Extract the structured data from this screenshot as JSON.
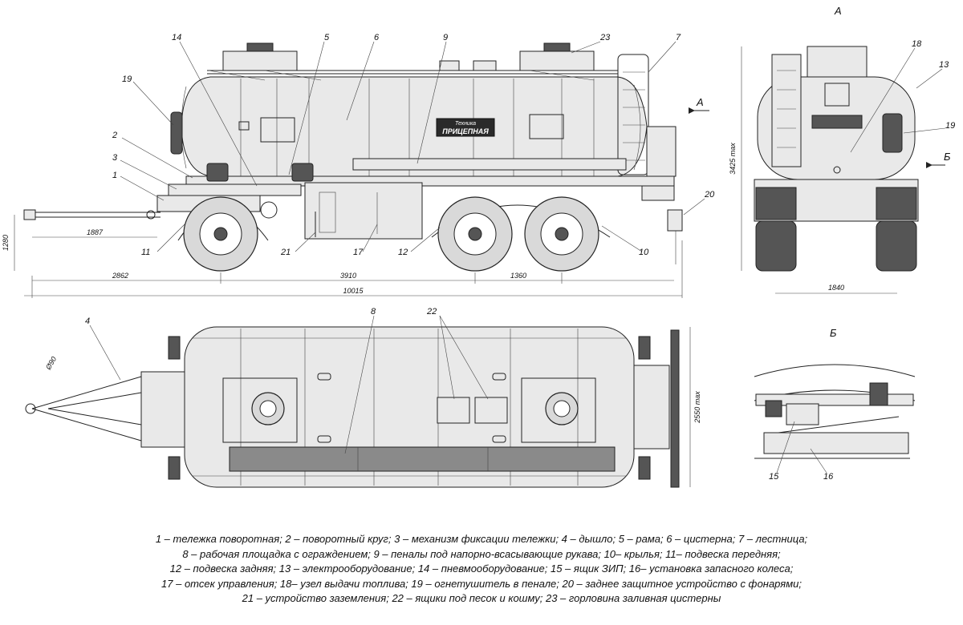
{
  "views": {
    "view_a_label": "А",
    "view_b_label": "Б",
    "arrow_a_label": "А",
    "arrow_b_label": "Б"
  },
  "tank_logo": {
    "line1": "Техника",
    "line2": "ПРИЦЕПНАЯ"
  },
  "callouts": {
    "side": [
      "14",
      "5",
      "6",
      "9",
      "23",
      "7",
      "19",
      "2",
      "3",
      "1",
      "11",
      "21",
      "17",
      "12",
      "10",
      "20"
    ],
    "top": [
      "4",
      "8",
      "22"
    ],
    "rear": [
      "18",
      "13",
      "19"
    ],
    "detail": [
      "15",
      "16"
    ]
  },
  "dimensions": {
    "side_1887": "1887",
    "side_1280": "1280",
    "side_2862": "2862",
    "side_3910": "3910",
    "side_1360": "1360",
    "side_10015": "10015",
    "top_d90": "Ø90",
    "top_2550": "2550 max",
    "rear_3425": "3425 max",
    "rear_1840": "1840"
  },
  "legend": [
    "1 – тележка поворотная; 2 – поворотный круг; 3 – механизм фиксации тележки; 4 – дышло; 5 – рама; 6 – цистерна; 7 – лестница;",
    "8 – рабочая площадка с ограждением; 9 – пеналы под напорно-всасывающие рукава; 10– крылья; 11– подвеска передняя;",
    "12 – подвеска задняя; 13 – электрооборудование; 14 – пневмооборудование; 15 – ящик ЗИП; 16– установка запасного колеса;",
    "17 – отсек управления; 18– узел выдачи топлива; 19 – огнетушитель в пенале; 20 – заднее защитное устройство с фонарями;",
    "21 – устройство заземления; 22 – ящики под песок и кошму; 23 – горловина заливная цистерны"
  ]
}
